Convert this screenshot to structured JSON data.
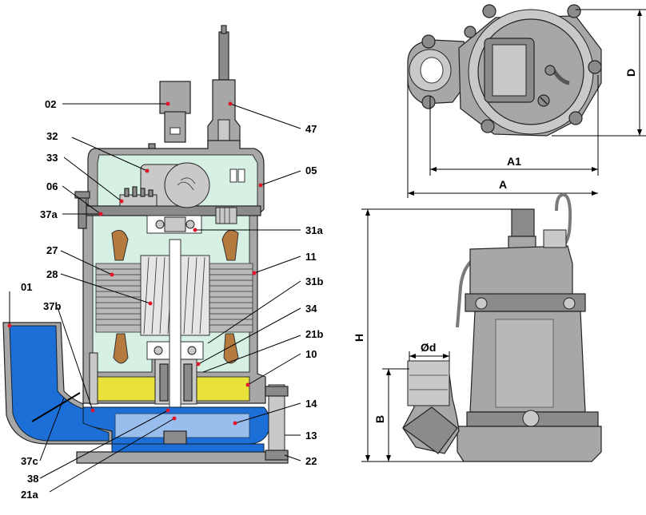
{
  "part_labels": {
    "p02": "02",
    "p32": "32",
    "p33": "33",
    "p06": "06",
    "p37a": "37a",
    "p27": "27",
    "p28": "28",
    "p01": "01",
    "p37b": "37b",
    "p37c": "37c",
    "p38": "38",
    "p21a": "21a",
    "p47": "47",
    "p05": "05",
    "p31a": "31a",
    "p11": "11",
    "p31b": "31b",
    "p34": "34",
    "p21b": "21b",
    "p10": "10",
    "p14": "14",
    "p13": "13",
    "p22": "22"
  },
  "dimension_labels": {
    "a1": "A1",
    "a": "A",
    "d": "D",
    "h": "H",
    "b": "B",
    "od": "Ød"
  },
  "colors": {
    "callout_dot": "#e0162b",
    "impeller_volute": "#1d6fd8",
    "oil_chamber": "#e8e23a",
    "motor_cavity": "#d6f0e3",
    "casing": "#a7a7a7"
  }
}
